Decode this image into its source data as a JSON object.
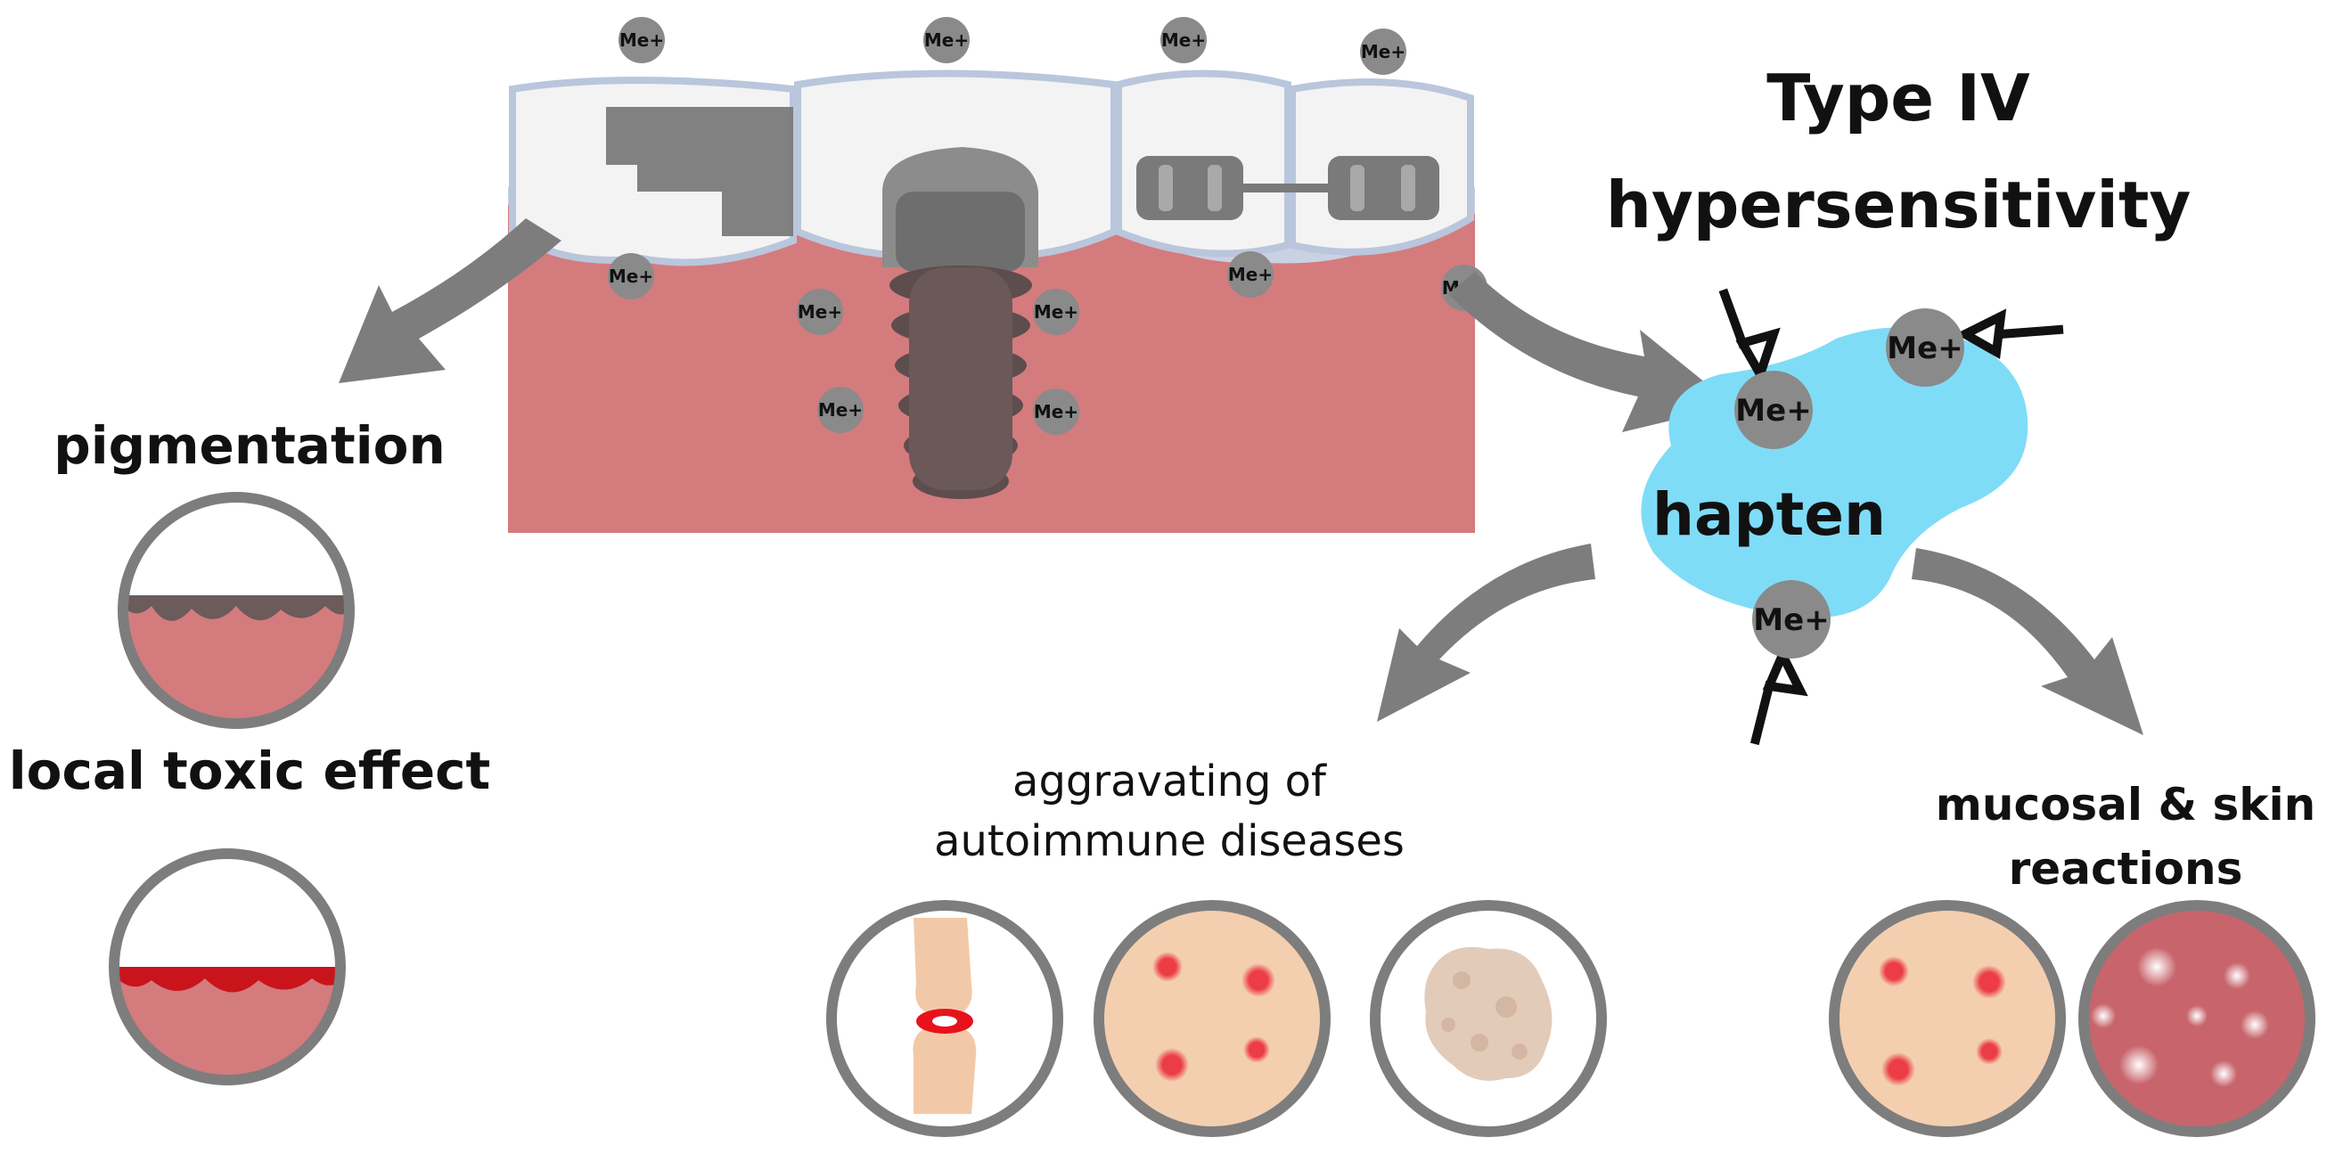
{
  "title_line1": "Type IV",
  "title_line2": "hypersensitivity",
  "hapten_label": "hapten",
  "ion_label": "Me+",
  "left_labels": {
    "pigmentation": "pigmentation",
    "local_toxic": "local toxic effect"
  },
  "bottom_labels": {
    "autoimmune_line1": "aggravating of",
    "autoimmune_line2": "autoimmune diseases",
    "mucosal_line1": "mucosal & skin",
    "mucosal_line2": "reactions"
  },
  "colors": {
    "gum": "#d47b7e",
    "tooth": "#f3f3f3",
    "metal": "#7a7a7a",
    "ion": "#8a8a8a",
    "arrow": "#7d7d7d",
    "hapten": "#7fdcf7",
    "skin": "#f3cfb0",
    "spot": "#e8414b",
    "toxic_red": "#c9141c"
  },
  "icons": [
    "arrow-icon",
    "tooth-icon",
    "implant-icon",
    "braces-icon",
    "ion-icon",
    "joint-icon",
    "rash-icon",
    "psoriasis-icon",
    "mucosa-icon"
  ]
}
